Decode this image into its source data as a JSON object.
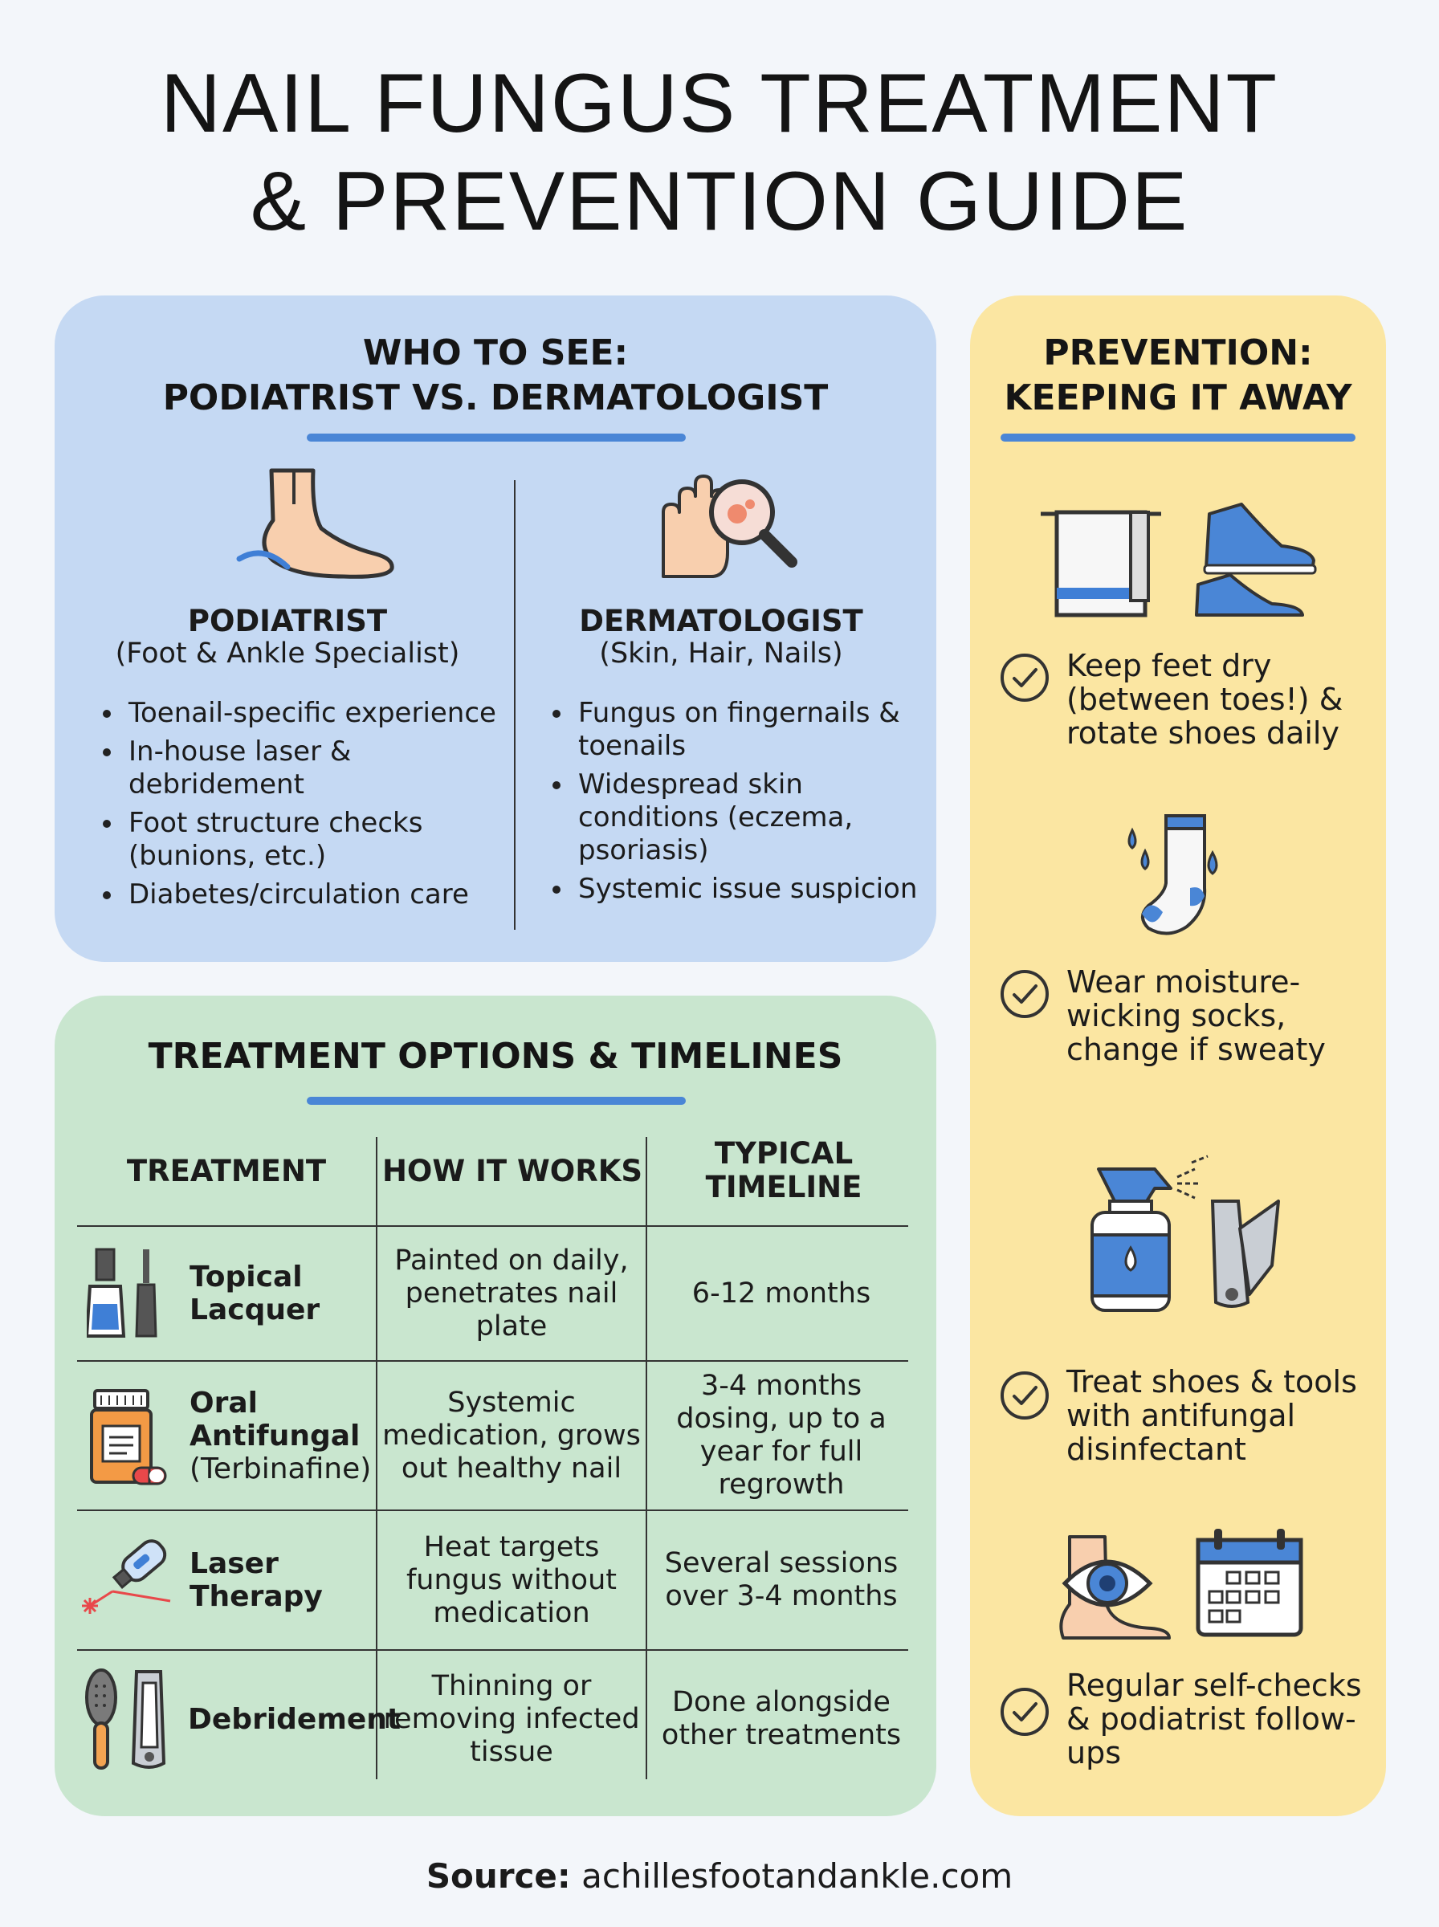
{
  "title": {
    "line1": "NAIL FUNGUS TREATMENT",
    "line2": "& PREVENTION GUIDE"
  },
  "who": {
    "title_line1": "WHO TO SEE:",
    "title_line2": "PODIATRIST VS. DERMATOLOGIST",
    "podiatrist": {
      "name": "PODIATRIST",
      "subtitle": "(Foot & Ankle Specialist)",
      "items": [
        "Toenail-specific experience",
        "In-house laser & debridement",
        "Foot structure checks (bunions, etc.)",
        "Diabetes/circulation care"
      ]
    },
    "dermatologist": {
      "name": "DERMATOLOGIST",
      "subtitle": "(Skin, Hair, Nails)",
      "items": [
        "Fungus on fingernails & toenails",
        "Widespread skin conditions (eczema, psoriasis)",
        "Systemic issue suspicion"
      ]
    }
  },
  "treatment": {
    "title": "TREATMENT OPTIONS & TIMELINES",
    "headers": {
      "treatment": "TREATMENT",
      "how": "HOW IT WORKS",
      "timeline_line1": "TYPICAL",
      "timeline_line2": "TIMELINE"
    },
    "rows": [
      {
        "name_line1": "Topical",
        "name_line2": "Lacquer",
        "name_extra": "",
        "how": "Painted on daily, penetrates nail plate",
        "timeline": "6-12 months",
        "icon": "nail-polish-icon"
      },
      {
        "name_line1": "Oral",
        "name_line2": "Antifungal",
        "name_extra": "(Terbinafine)",
        "how": "Systemic medication, grows out healthy nail",
        "timeline": "3-4 months dosing, up to a year for full regrowth",
        "icon": "pill-bottle-icon"
      },
      {
        "name_line1": "Laser",
        "name_line2": "Therapy",
        "name_extra": "",
        "how": "Heat targets fungus without medication",
        "timeline": "Several sessions over 3-4 months",
        "icon": "laser-device-icon"
      },
      {
        "name_line1": "Debridement",
        "name_line2": "",
        "name_extra": "",
        "how": "Thinning or removing infected tissue",
        "timeline": "Done alongside other treatments",
        "icon": "nail-tools-icon"
      }
    ]
  },
  "prevention": {
    "title_line1": "PREVENTION:",
    "title_line2": "KEEPING IT AWAY",
    "tips": [
      "Keep feet dry (between toes!) & rotate shoes daily",
      "Wear moisture-wicking socks, change if sweaty",
      "Treat shoes & tools with antifungal disinfectant",
      "Regular self-checks & podiatrist follow-ups"
    ]
  },
  "source": {
    "label": "Source:",
    "value": "achillesfootandankle.com"
  },
  "colors": {
    "who_bg": "#c5d9f3",
    "treat_bg": "#c9e6cf",
    "prev_bg": "#fbe6a2",
    "accent": "#4a86d6"
  }
}
